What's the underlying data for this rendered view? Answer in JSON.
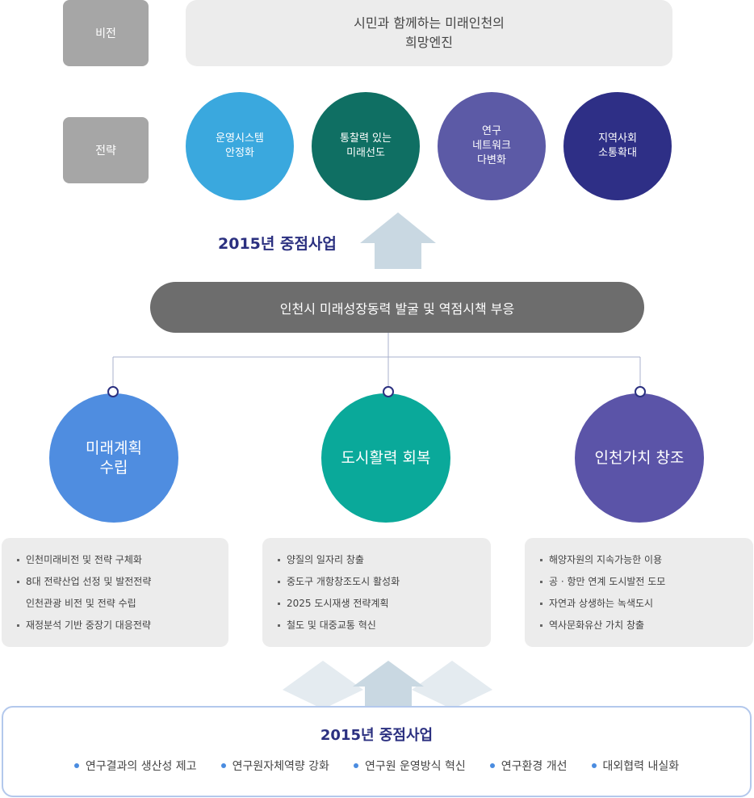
{
  "vision": {
    "label": "비전",
    "line1": "시민과 함께하는 미래인천의",
    "line2": "희망엔진"
  },
  "strategy": {
    "label": "전략",
    "items": [
      {
        "lines": [
          "운영시스템",
          "안정화"
        ],
        "color": "#3aa8de"
      },
      {
        "lines": [
          "통찰력 있는",
          "미래선도"
        ],
        "color": "#0f6f63"
      },
      {
        "lines": [
          "연구",
          "네트워크",
          "다변화"
        ],
        "color": "#5c5aa6"
      },
      {
        "lines": [
          "지역사회",
          "소통확대"
        ],
        "color": "#2e2f86"
      }
    ]
  },
  "focus_label_top": "2015년 중점사업",
  "core_pill": "인천시 미래성장동력 발굴 및 역점시책 부응",
  "pillars": [
    {
      "title_lines": [
        "미래계획",
        "수립"
      ],
      "color": "#4f8de0",
      "items": [
        "인천미래비전 및 전략 구체화",
        "8대 전략산업 선정 및 발전전략",
        "인천관광 비전 및 전략 수립",
        "재정분석 기반 중장기 대응전략"
      ]
    },
    {
      "title_lines": [
        "도시활력 회복"
      ],
      "color": "#0aa99a",
      "items": [
        "양질의 일자리 창출",
        "중도구 개항창조도시 활성화",
        "2025 도시재생 전략계획",
        "철도 및 대중교통 혁신"
      ]
    },
    {
      "title_lines": [
        "인천가치 창조"
      ],
      "color": "#5b54a8",
      "items": [
        "해양자원의 지속가능한 이용",
        "공 · 항만 연계 도시발전 도모",
        "자연과 상생하는 녹색도시",
        "역사문화유산 가치 창출"
      ]
    }
  ],
  "bottom": {
    "title": "2015년 중점사업",
    "items": [
      "연구결과의 생산성 제고",
      "연구원자체역량 강화",
      "연구원 운영방식 혁신",
      "연구환경 개선",
      "대외협력 내실화"
    ]
  },
  "colors": {
    "label_gray": "#a6a6a6",
    "navy": "#2b3080",
    "arrow": "#c9d8e2",
    "pill": "#6d6d6d"
  }
}
